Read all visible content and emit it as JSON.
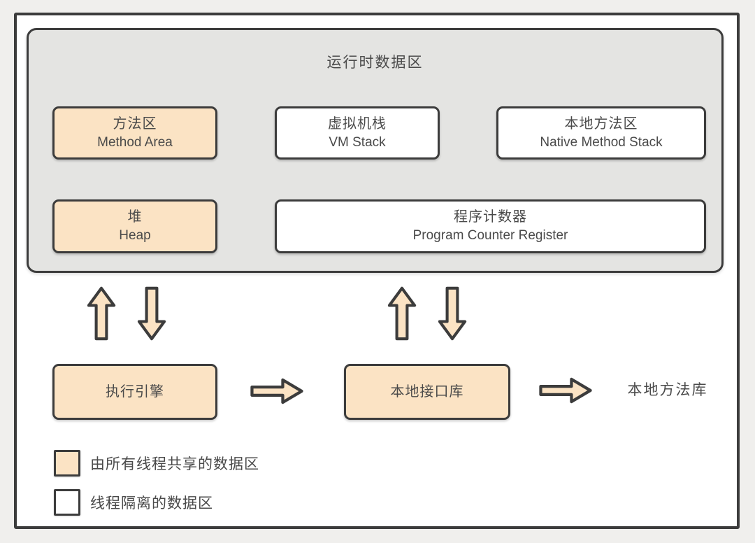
{
  "colors": {
    "peach": "#fbe3c4",
    "white": "#ffffff",
    "panel": "#e4e4e2",
    "border": "#3c3c3c",
    "text": "#4a4a4a",
    "page_bg": "#f0efed"
  },
  "runtime_area": {
    "title": "运行时数据区",
    "boxes": [
      {
        "zh": "方法区",
        "en": "Method Area",
        "type": "shared"
      },
      {
        "zh": "虚拟机栈",
        "en": "VM Stack",
        "type": "isolated"
      },
      {
        "zh": "本地方法区",
        "en": "Native Method Stack",
        "type": "isolated"
      },
      {
        "zh": "堆",
        "en": "Heap",
        "type": "shared"
      },
      {
        "zh": "程序计数器",
        "en": "Program Counter Register",
        "type": "isolated"
      }
    ]
  },
  "bottom": {
    "execution_engine": "执行引擎",
    "native_interface": "本地接口库",
    "native_method_lib": "本地方法库"
  },
  "legend": [
    {
      "swatch": "shared",
      "label": "由所有线程共享的数据区"
    },
    {
      "swatch": "isolated",
      "label": "线程隔离的数据区"
    }
  ],
  "icons": {
    "up_arrow": "up-arrow",
    "down_arrow": "down-arrow",
    "right_arrow": "right-arrow"
  }
}
